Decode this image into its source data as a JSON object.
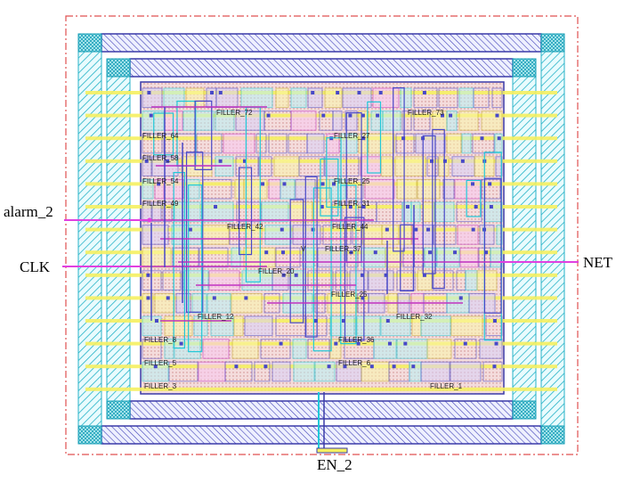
{
  "pins": {
    "alarm": "alarm_2",
    "clk": "CLK",
    "net": "NET",
    "en": "EN_2"
  },
  "cells": [
    "FILLER_72",
    "FILLER_73",
    "FILLER_64",
    "FILLER_58",
    "FILLER_54",
    "FILLER_49",
    "FILLER_42",
    "FILLER_44",
    "FILLER_37",
    "FILLER_20",
    "FILLER_25",
    "FILLER_12",
    "FILLER_32",
    "FILLER_8",
    "FILLER_5",
    "FILLER_6",
    "FILLER_3",
    "FILLER_1",
    "FILLER_27",
    "FILLER_31",
    "FILLER_36",
    "V"
  ],
  "colors": {
    "outline": "#e05050",
    "ring": "#3a3aa8",
    "ring_hatch": "#27b3c8",
    "core_fill": "#f4dcdc",
    "pin_wire": "#e040e0",
    "yellow": "#f5f060",
    "cyan": "#20c8d8",
    "blue": "#4848c8",
    "magenta": "#c030c0"
  }
}
